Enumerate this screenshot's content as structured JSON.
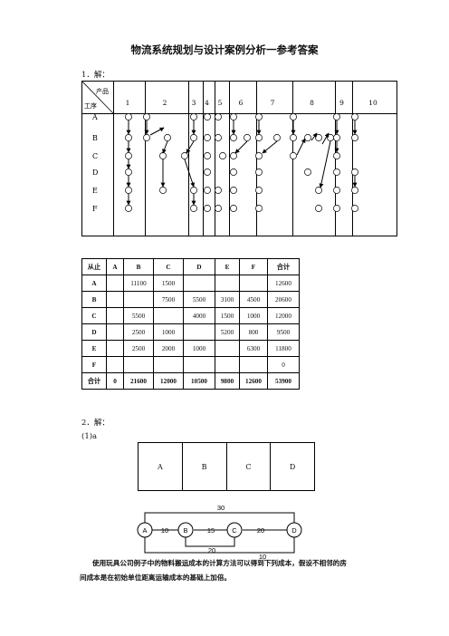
{
  "title": "物流系统规划与设计案例分析一参考答案",
  "s1": "1．解：",
  "table1": {
    "header_top": "产品",
    "header_bottom": "工序",
    "products": [
      "1",
      "2",
      "3",
      "4",
      "5",
      "6",
      "7",
      "8",
      "9",
      "10"
    ],
    "processes": [
      "A",
      "B",
      "C",
      "D",
      "E",
      "F"
    ]
  },
  "table2": {
    "header": [
      "从止",
      "A",
      "B",
      "C",
      "D",
      "E",
      "F",
      "合计"
    ],
    "rows": [
      [
        "A",
        "",
        "11100",
        "1500",
        "",
        "",
        "",
        "12600"
      ],
      [
        "B",
        "",
        "",
        "7500",
        "5500",
        "3100",
        "4500",
        "20600"
      ],
      [
        "C",
        "",
        "5500",
        "",
        "4000",
        "1500",
        "1000",
        "12000"
      ],
      [
        "D",
        "",
        "2500",
        "1000",
        "",
        "5200",
        "800",
        "9500"
      ],
      [
        "E",
        "",
        "2500",
        "2000",
        "1000",
        "",
        "6300",
        "11800"
      ],
      [
        "F",
        "",
        "",
        "",
        "",
        "",
        "",
        "0"
      ],
      [
        "合计",
        "0",
        "21600",
        "12000",
        "10500",
        "9800",
        "12600",
        "53900"
      ]
    ]
  },
  "s2": "2．解：",
  "s2a": "(1)a",
  "layout_boxes": [
    "A",
    "B",
    "C",
    "D"
  ],
  "graph": {
    "nodes": [
      "A",
      "B",
      "C",
      "D"
    ],
    "edge_labels": [
      "10",
      "15",
      "20",
      "30",
      "20",
      "10"
    ]
  },
  "paragraph_l1": "使用玩具公司例子中的物料搬运成本的计算方法可以得到下列成本，假设不相邻的房",
  "paragraph_l2": "间成本是在初始单位距离运输成本的基础上加倍。"
}
